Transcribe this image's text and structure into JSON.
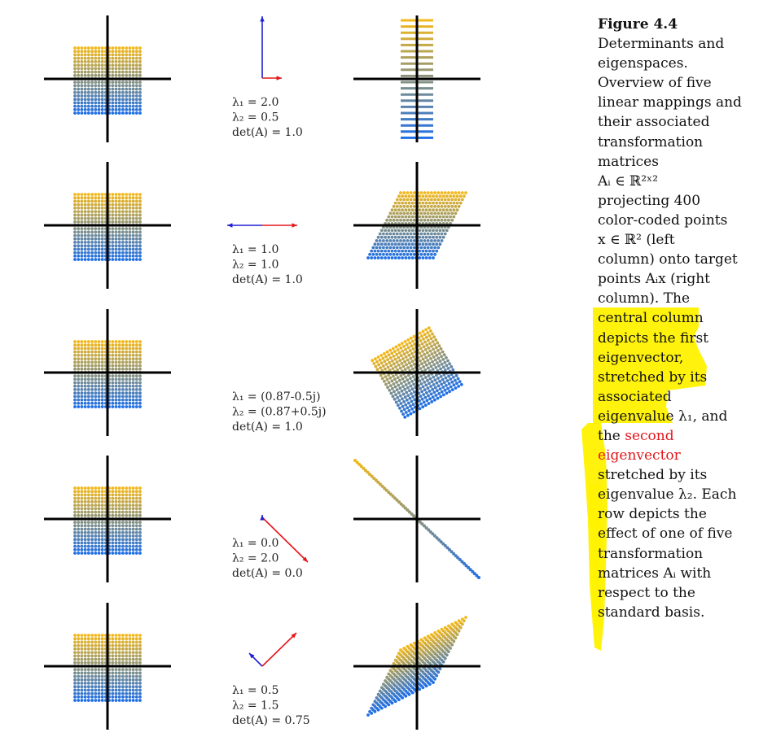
{
  "figure": {
    "label": "Figure 4.4",
    "rows": [
      {
        "lambda1": "λ₁ = 2.0",
        "lambda2": "λ₂ = 0.5",
        "det": "det(A) = 1.0"
      },
      {
        "lambda1": "λ₁ = 1.0",
        "lambda2": "λ₂ = 1.0",
        "det": "det(A) = 1.0"
      },
      {
        "lambda1": "λ₁ = (0.87-0.5j)",
        "lambda2": "λ₂ = (0.87+0.5j)",
        "det": "det(A) = 1.0"
      },
      {
        "lambda1": "λ₁ = 0.0",
        "lambda2": "λ₂ = 2.0",
        "det": "det(A) = 0.0"
      },
      {
        "lambda1": "λ₁ = 0.5",
        "lambda2": "λ₂ = 1.5",
        "det": "det(A) = 0.75"
      }
    ]
  },
  "caption": {
    "lines": [
      "Determinants and",
      "eigenspaces.",
      "Overview of five",
      "linear mappings and",
      "their associated",
      "transformation",
      "matrices",
      "Aᵢ ∈ ℝ²ˣ²",
      "projecting 400",
      "color-coded points",
      "x ∈ ℝ² (left",
      "column) onto target",
      "points Aᵢx (right",
      "column). The",
      "central column",
      "depicts the first",
      "eigenvector,",
      "stretched by its",
      "associated",
      "eigenvalue λ₁, and",
      "the second",
      "eigenvector",
      "stretched by its",
      "eigenvalue λ₂. Each",
      "row depicts the",
      "effect of one of five",
      "transformation",
      "matrices Aᵢ with",
      "respect to the",
      "standard basis."
    ]
  },
  "colors": {
    "highlight": "#fff200",
    "point_top": "#f2b81c",
    "point_bottom": "#1f6fe6",
    "axis": "#000000",
    "eig_red": "#e4161b",
    "eig_blue": "#1f1fd4",
    "caption_red": "#e4161b"
  }
}
